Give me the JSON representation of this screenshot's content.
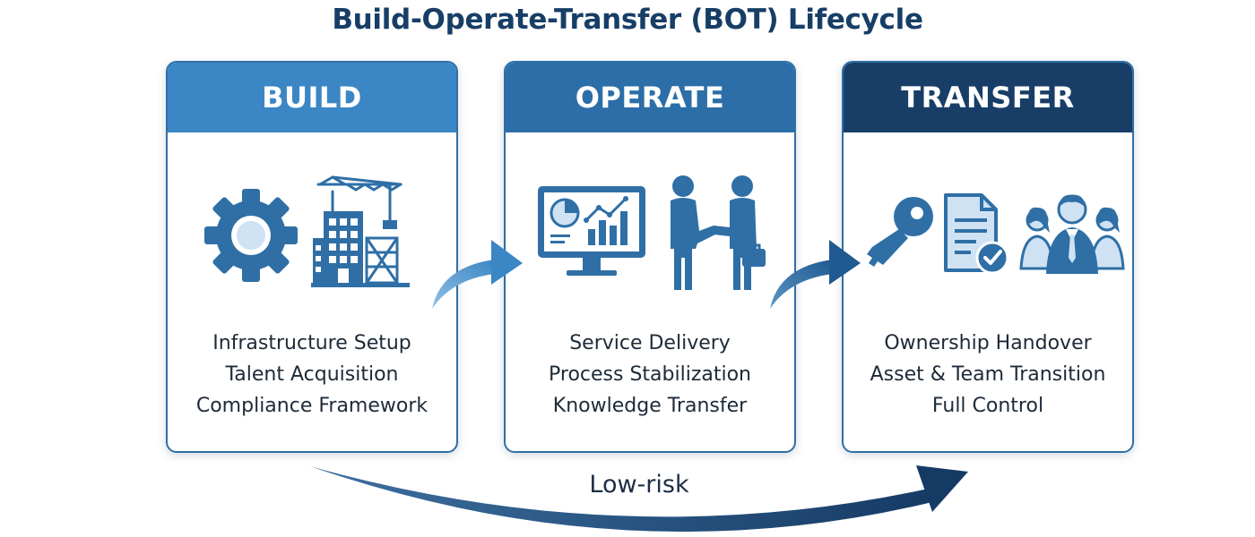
{
  "title": "Build-Operate-Transfer (BOT) Lifecycle",
  "colors": {
    "title": "#173e66",
    "build_header": "#3b86c4",
    "operate_header": "#2c6ea8",
    "transfer_header": "#183e68",
    "icon_blue": "#2f6fa6",
    "icon_light": "#cfe2f3"
  },
  "phases": [
    {
      "header": "BUILD",
      "icons": [
        "gear-icon",
        "construction-crane-building-icon"
      ],
      "lines": [
        "Infrastructure Setup",
        "Talent Acquisition",
        "Compliance Framework"
      ]
    },
    {
      "header": "OPERATE",
      "icons": [
        "analytics-monitor-icon",
        "handshake-icon"
      ],
      "lines": [
        "Service Delivery",
        "Process Stabilization",
        "Knowledge Transfer"
      ]
    },
    {
      "header": "TRANSFER",
      "icons": [
        "key-icon",
        "approved-document-icon",
        "team-icon"
      ],
      "lines": [
        "Ownership Handover",
        "Asset & Team Transition",
        "Full Control"
      ]
    }
  ],
  "bottom_label": "Low-risk"
}
